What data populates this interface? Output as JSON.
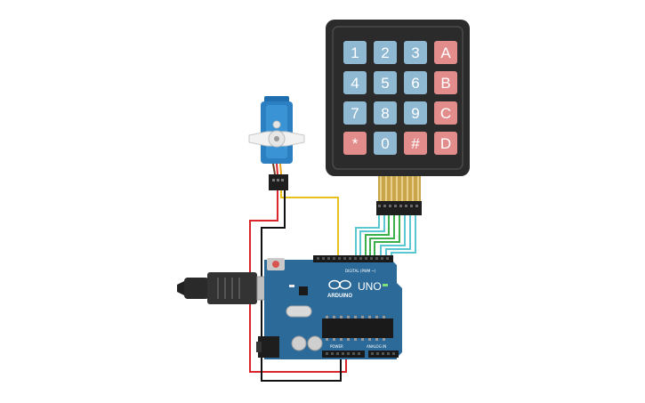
{
  "keypad": {
    "keys": [
      {
        "label": "1",
        "kind": "digit"
      },
      {
        "label": "2",
        "kind": "digit"
      },
      {
        "label": "3",
        "kind": "digit"
      },
      {
        "label": "A",
        "kind": "letter"
      },
      {
        "label": "4",
        "kind": "digit"
      },
      {
        "label": "5",
        "kind": "digit"
      },
      {
        "label": "6",
        "kind": "digit"
      },
      {
        "label": "B",
        "kind": "letter"
      },
      {
        "label": "7",
        "kind": "digit"
      },
      {
        "label": "8",
        "kind": "digit"
      },
      {
        "label": "9",
        "kind": "digit"
      },
      {
        "label": "C",
        "kind": "letter"
      },
      {
        "label": "*",
        "kind": "letter"
      },
      {
        "label": "0",
        "kind": "digit"
      },
      {
        "label": "#",
        "kind": "letter"
      },
      {
        "label": "D",
        "kind": "letter"
      }
    ]
  },
  "board": {
    "logo_text": "ARDUINO",
    "model_text": "UNO",
    "digital_label": "DIGITAL (PWM ~)",
    "power_label": "POWER",
    "analog_label": "ANALOG IN"
  },
  "colors": {
    "digit_key": "#8fb8d3",
    "letter_key": "#e38c8c",
    "board": "#2b6a99",
    "wire_signal": "#e8c21a",
    "wire_power": "#d9262c",
    "wire_ground": "#111111",
    "wire_keypad_green": "#3bb04a",
    "wire_keypad_cyan": "#59c8d2"
  }
}
